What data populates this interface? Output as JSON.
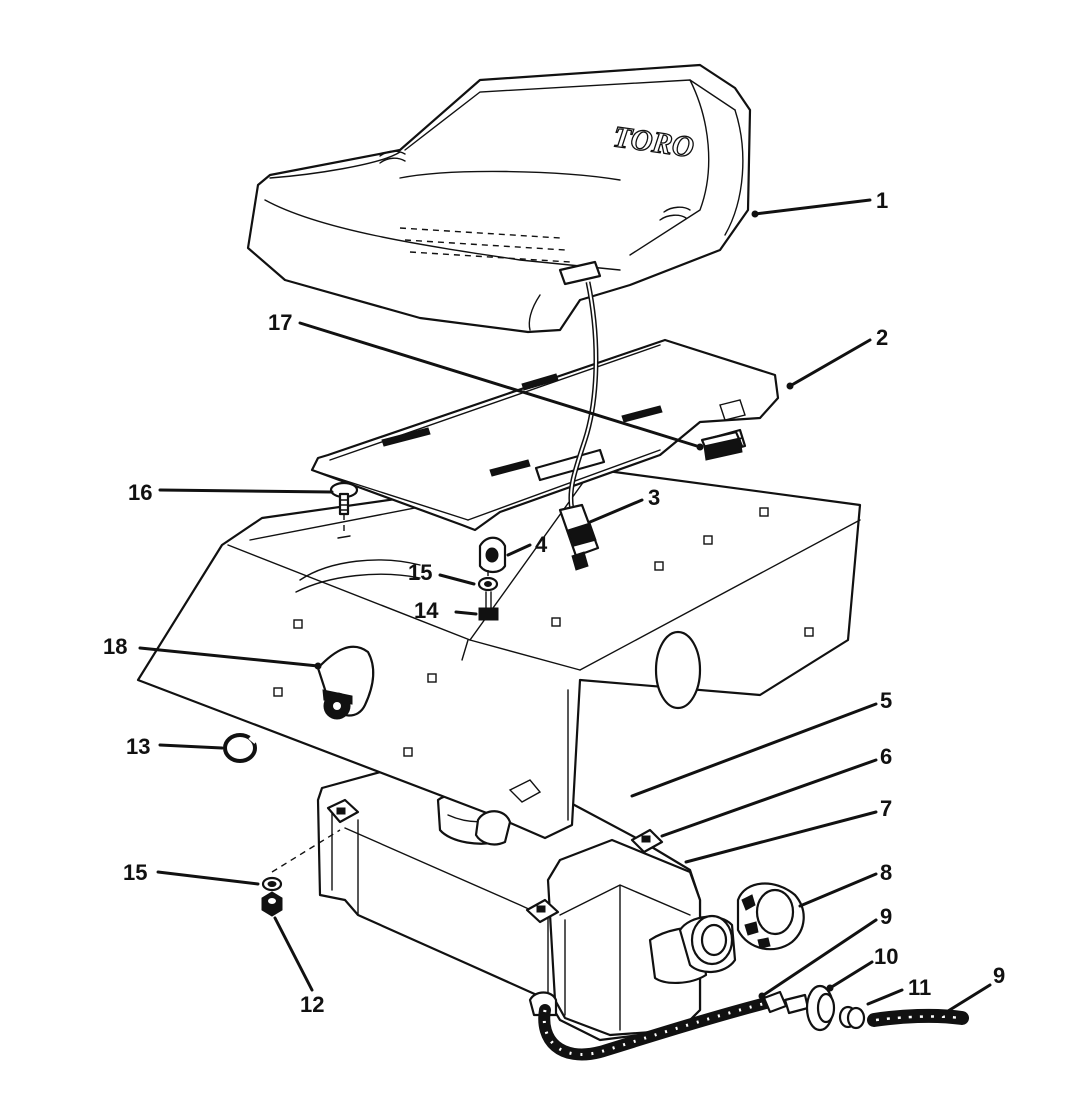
{
  "diagram": {
    "brand_text": "TORO",
    "callouts": [
      {
        "id": "1",
        "label": "1"
      },
      {
        "id": "2",
        "label": "2"
      },
      {
        "id": "3",
        "label": "3"
      },
      {
        "id": "4",
        "label": "4"
      },
      {
        "id": "5",
        "label": "5"
      },
      {
        "id": "6",
        "label": "6"
      },
      {
        "id": "7",
        "label": "7"
      },
      {
        "id": "8",
        "label": "8"
      },
      {
        "id": "9a",
        "label": "9"
      },
      {
        "id": "9b",
        "label": "9"
      },
      {
        "id": "10",
        "label": "10"
      },
      {
        "id": "11",
        "label": "11"
      },
      {
        "id": "12",
        "label": "12"
      },
      {
        "id": "13",
        "label": "13"
      },
      {
        "id": "14",
        "label": "14"
      },
      {
        "id": "15a",
        "label": "15"
      },
      {
        "id": "15b",
        "label": "15"
      },
      {
        "id": "16",
        "label": "16"
      },
      {
        "id": "17",
        "label": "17"
      },
      {
        "id": "18",
        "label": "18"
      }
    ],
    "line_color": "#111111",
    "background_color": "#ffffff"
  }
}
